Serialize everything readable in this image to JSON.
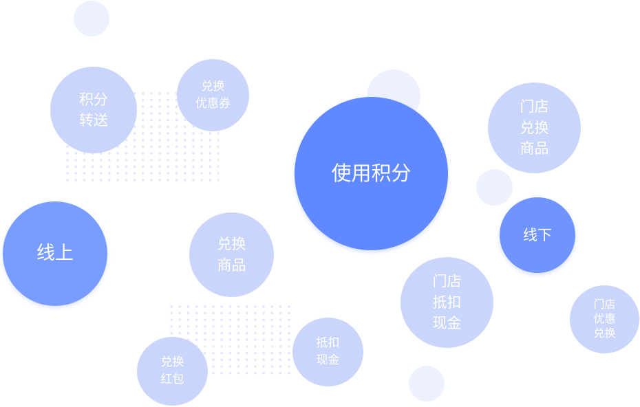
{
  "center": "使用积分",
  "online": "线上",
  "offline": "线下",
  "online_items": [
    [
      "积分",
      "转送"
    ],
    [
      "兑换",
      "优惠券"
    ],
    [
      "兑换",
      "商品"
    ],
    [
      "抵扣",
      "现金"
    ],
    [
      "兑换",
      "红包"
    ]
  ],
  "offline_items": [
    [
      "门店",
      "兑换",
      "商品"
    ],
    [
      "门店",
      "抵扣",
      "现金"
    ],
    [
      "门店",
      "优惠",
      "兑换"
    ]
  ],
  "colors": {
    "primary": "#6089ff",
    "secondary": "#789cff",
    "light": "#c9d5fb",
    "faint": "#edf1fd"
  }
}
